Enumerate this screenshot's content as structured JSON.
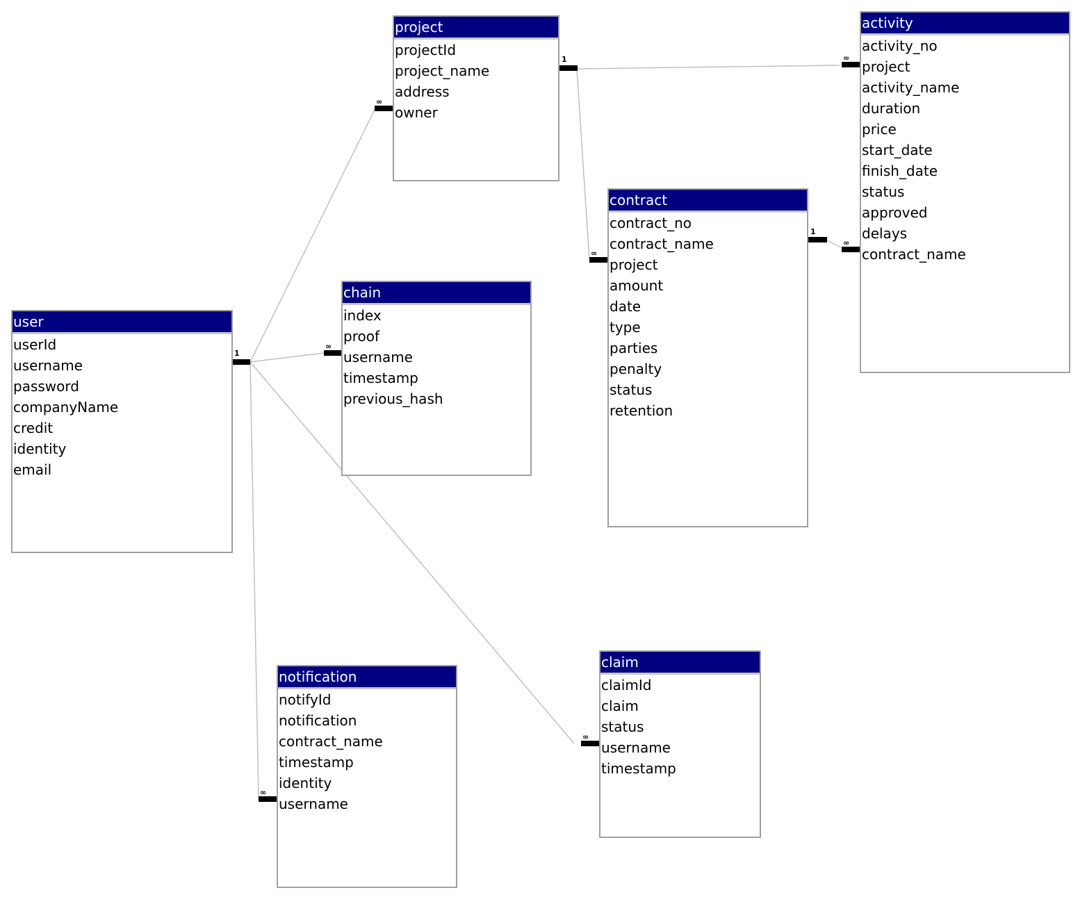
{
  "colors": {
    "header_bg": "#000080",
    "header_text": "#ffffff",
    "border": "#a0a0a0",
    "line": "#c0c0c0"
  },
  "entities": {
    "user": {
      "title": "user",
      "attributes": [
        "userId",
        "username",
        "password",
        "companyName",
        "credit",
        "identity",
        "email"
      ]
    },
    "project": {
      "title": "project",
      "attributes": [
        "projectId",
        "project_name",
        "address",
        "owner"
      ]
    },
    "activity": {
      "title": "activity",
      "attributes": [
        "activity_no",
        "project",
        "activity_name",
        "duration",
        "price",
        "start_date",
        "finish_date",
        "status",
        "approved",
        "delays",
        "contract_name"
      ]
    },
    "contract": {
      "title": "contract",
      "attributes": [
        "contract_no",
        "contract_name",
        "project",
        "amount",
        "date",
        "type",
        "parties",
        "penalty",
        "status",
        "retention"
      ]
    },
    "chain": {
      "title": "chain",
      "attributes": [
        "index",
        "proof",
        "username",
        "timestamp",
        "previous_hash"
      ]
    },
    "notification": {
      "title": "notification",
      "attributes": [
        "notifyId",
        "notification",
        "contract_name",
        "timestamp",
        "identity",
        "username"
      ]
    },
    "claim": {
      "title": "claim",
      "attributes": [
        "claimId",
        "claim",
        "status",
        "username",
        "timestamp"
      ]
    }
  },
  "relationships": [
    {
      "from": "user",
      "to": "project",
      "from_card": "1",
      "to_card": "∞"
    },
    {
      "from": "user",
      "to": "chain",
      "from_card": "1",
      "to_card": "∞"
    },
    {
      "from": "user",
      "to": "claim",
      "from_card": "1",
      "to_card": "∞"
    },
    {
      "from": "user",
      "to": "notification",
      "from_card": "1",
      "to_card": "∞"
    },
    {
      "from": "project",
      "to": "activity",
      "from_card": "1",
      "to_card": "∞"
    },
    {
      "from": "project",
      "to": "contract",
      "from_card": "1",
      "to_card": "∞"
    },
    {
      "from": "contract",
      "to": "activity",
      "from_card": "1",
      "to_card": "∞"
    }
  ]
}
